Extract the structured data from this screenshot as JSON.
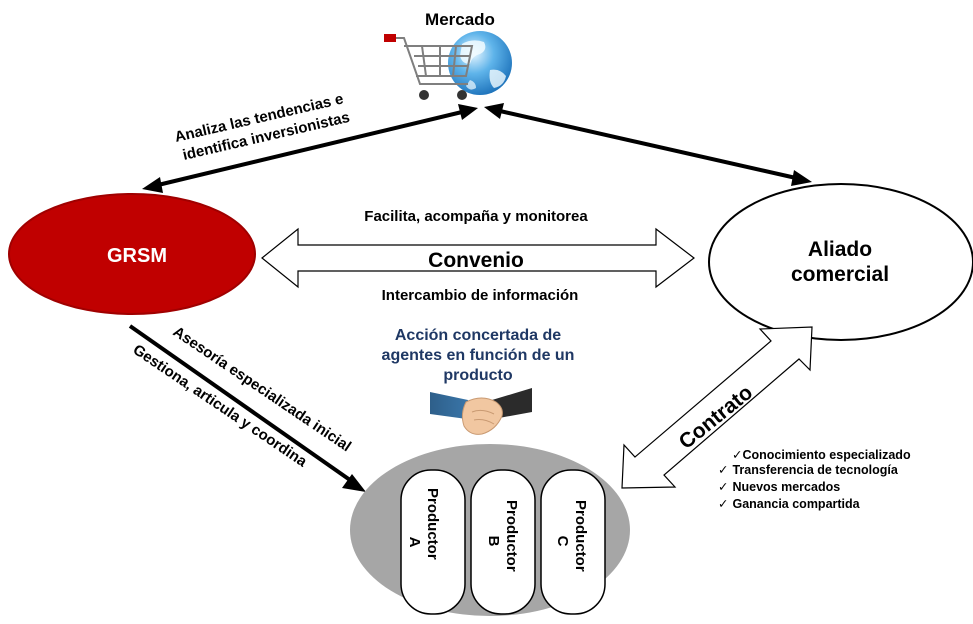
{
  "market": {
    "label": "Mercado",
    "icon": "shopping-cart-globe-icon"
  },
  "grsm": {
    "label": "GRSM",
    "color": "#c00000"
  },
  "ally": {
    "label_line1": "Aliado",
    "label_line2": "comercial"
  },
  "market_link": {
    "line1": "Analiza las tendencias e",
    "line2": "identifica inversionistas"
  },
  "convenio": {
    "top": "Facilita, acompaña y monitorea",
    "center": "Convenio",
    "bottom": "Intercambio de  información"
  },
  "concerted_action": {
    "line1": "Acción concertada de",
    "line2": "agentes en función de un",
    "line3": "producto",
    "color": "#1f3864",
    "icon": "handshake-icon"
  },
  "grsm_to_producers": {
    "line1": "Asesoría especializada inicial",
    "line2": "Gestiona, articula y coordina"
  },
  "contract": {
    "label": "Contrato"
  },
  "benefits": [
    "Conocimiento especializado",
    "Transferencia de tecnología",
    "Nuevos mercados",
    "Ganancia compartida"
  ],
  "checkmark": "✓",
  "producers": [
    {
      "word": "Productor",
      "letter": "A"
    },
    {
      "word": "Productor",
      "letter": "B"
    },
    {
      "word": "Productor",
      "letter": "C"
    }
  ],
  "producers_group_color": "#a6a6a6"
}
